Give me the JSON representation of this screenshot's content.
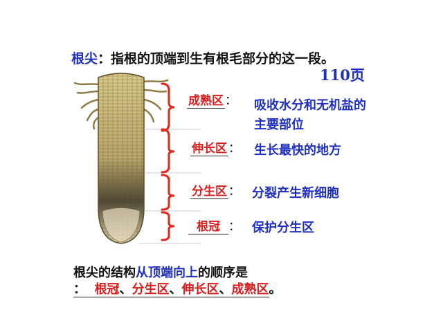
{
  "heading": {
    "term": "根尖",
    "colon": "：",
    "definition": "指根的顶端到生有根毛部分的这一段。"
  },
  "page_ref": "110页",
  "zones": [
    {
      "name": "成熟区",
      "colon": "：",
      "desc_line1": "吸收水分和无机盐的",
      "desc_line2": "主要部位"
    },
    {
      "name": "伸长区",
      "colon": "：",
      "desc_line1": "生长最快的地方"
    },
    {
      "name": "分生区",
      "colon": "：",
      "desc_line1": "分裂产生新细胞"
    },
    {
      "name": "根冠",
      "colon": "：",
      "desc_line1": "保护分生区"
    }
  ],
  "summary": {
    "prefix": "根尖的结构",
    "highlight": "从顶端向上",
    "suffix": "的顺序是",
    "line2_colon": "：",
    "order": [
      "根冠",
      "、",
      "分生区",
      "、",
      "伸长区",
      "、",
      "成熟区"
    ],
    "end": "。"
  },
  "colors": {
    "blue": "#1f2fbf",
    "red": "#d81e1e",
    "bracket": "#e8251c"
  }
}
